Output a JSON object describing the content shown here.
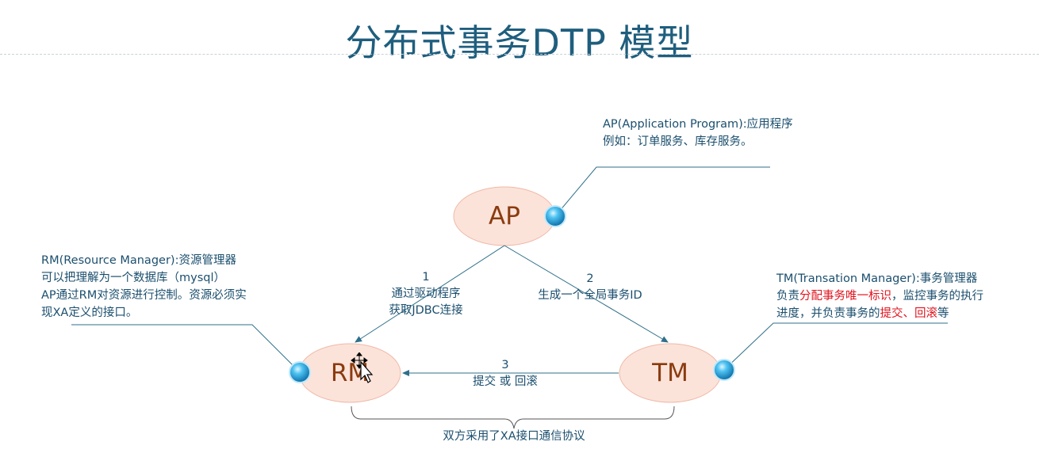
{
  "title": "分布式事务DTP 模型",
  "nodes": {
    "ap": "AP",
    "rm": "RM",
    "tm": "TM"
  },
  "notes": {
    "ap": [
      "AP(Application Program):应用程序",
      "例如：订单服务、库存服务。"
    ],
    "rm": [
      "RM(Resource Manager):资源管理器",
      "可以把理解为一个数据库（mysql）",
      "AP通过RM对资源进行控制。资源必须实",
      "现XA定义的接口。"
    ],
    "tm": {
      "line1": "TM(Transation Manager):事务管理器",
      "line2_pre": "负责",
      "line2_red": "分配事务唯一标识",
      "line2_post": "，监控事务的执行",
      "line3_pre": "进度，并负责事务的",
      "line3_red": "提交、回滚",
      "line3_post": "等"
    }
  },
  "edges": {
    "ap_rm": {
      "num": "1",
      "line1": "通过驱动程序",
      "line2": "获取JDBC连接"
    },
    "ap_tm": {
      "num": "2",
      "line1": "生成一个全局事务ID"
    },
    "tm_rm": {
      "num": "3",
      "line1": "提交 或 回滚"
    }
  },
  "brace_label": "双方采用了XA接口通信协议",
  "colors": {
    "title": "#1f5e7e",
    "node_fill": "#fbe3da",
    "node_text": "#8b3b0e",
    "line": "#2f6f8a",
    "accent_red": "#e0141e"
  }
}
